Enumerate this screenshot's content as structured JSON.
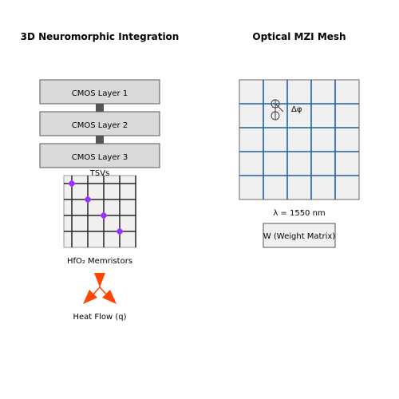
{
  "panels": {
    "left": {
      "title": "3D Neuromorphic Integration",
      "layers": [
        "CMOS Layer 1",
        "CMOS Layer 2",
        "CMOS Layer 3"
      ],
      "tsv_label": "TSVs",
      "memristor_label": "HfO₂ Memristors",
      "heat_label": "Heat Flow (q)"
    },
    "right": {
      "title": "Optical MZI Mesh",
      "phase_label": "Δφ",
      "wavelength_label": "λ = 1550 nm",
      "weight_label": "W (Weight Matrix)"
    }
  },
  "colors": {
    "layer_fill": "#d9d9d9",
    "tsv": "#555555",
    "memristor": "#9933ff",
    "waveguide": "#1f5fa8",
    "heat_arrow": "#ff4500",
    "cell_fill": "#f0f0f0"
  }
}
